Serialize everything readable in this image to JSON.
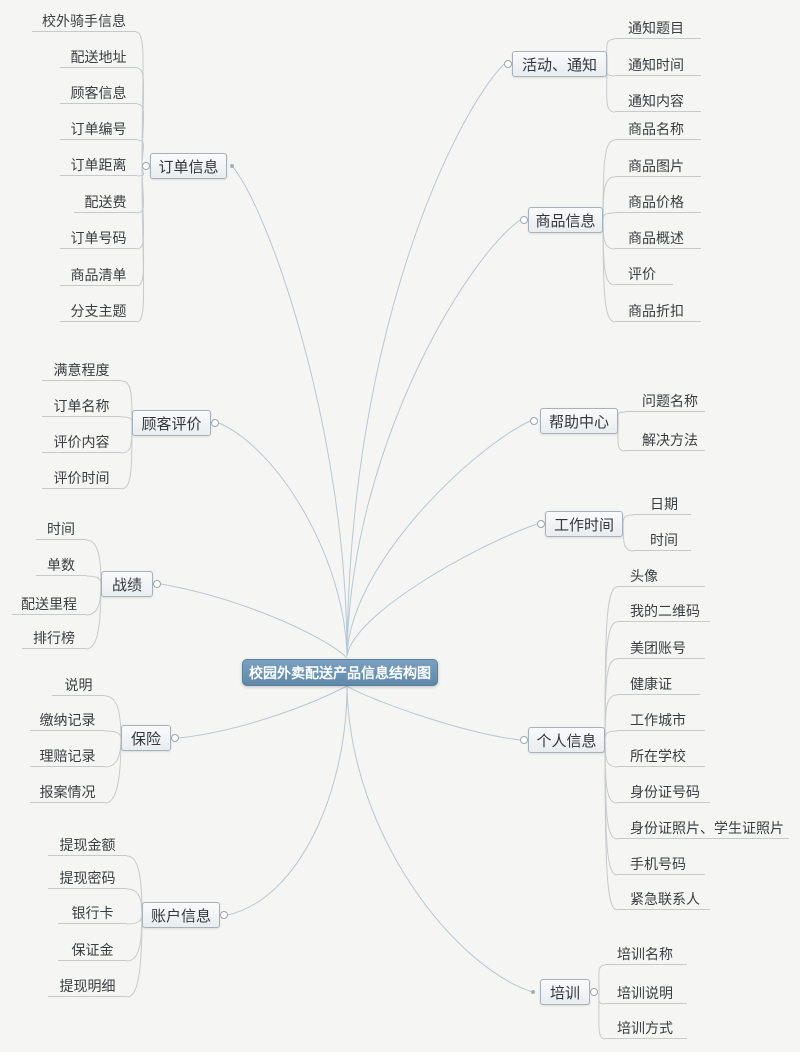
{
  "root": {
    "label": "校园外卖配送产品信息结构图"
  },
  "branches": [
    {
      "label": "订单信息",
      "children": [
        "校外骑手信息",
        "配送地址",
        "顾客信息",
        "订单编号",
        "订单距离",
        "配送费",
        "订单号码",
        "商品清单",
        "分支主题"
      ]
    },
    {
      "label": "顾客评价",
      "children": [
        "满意程度",
        "订单名称",
        "评价内容",
        "评价时间"
      ]
    },
    {
      "label": "战绩",
      "children": [
        "时间",
        "单数",
        "配送里程",
        "排行榜"
      ]
    },
    {
      "label": "保险",
      "children": [
        "说明",
        "缴纳记录",
        "理赔记录",
        "报案情况"
      ]
    },
    {
      "label": "账户信息",
      "children": [
        "提现金额",
        "提现密码",
        "银行卡",
        "保证金",
        "提现明细"
      ]
    },
    {
      "label": "活动、通知",
      "children": [
        "通知题目",
        "通知时间",
        "通知内容"
      ]
    },
    {
      "label": "商品信息",
      "children": [
        "商品名称",
        "商品图片",
        "商品价格",
        "商品概述",
        "评价",
        "商品折扣"
      ]
    },
    {
      "label": "帮助中心",
      "children": [
        "问题名称",
        "解决方法"
      ]
    },
    {
      "label": "工作时间",
      "children": [
        "日期",
        "时间"
      ]
    },
    {
      "label": "个人信息",
      "children": [
        "头像",
        "我的二维码",
        "美团账号",
        "健康证",
        "工作城市",
        "所在学校",
        "身份证号码",
        "身份证照片、学生证照片",
        "手机号码",
        "紧急联系人"
      ]
    },
    {
      "label": "培训",
      "children": [
        "培训名称",
        "培训说明",
        "培训方式"
      ]
    }
  ],
  "colors": {
    "root_bg": "#6b92b0",
    "branch_line": "#b6c8d5",
    "leaf_line": "#c7cbce"
  }
}
